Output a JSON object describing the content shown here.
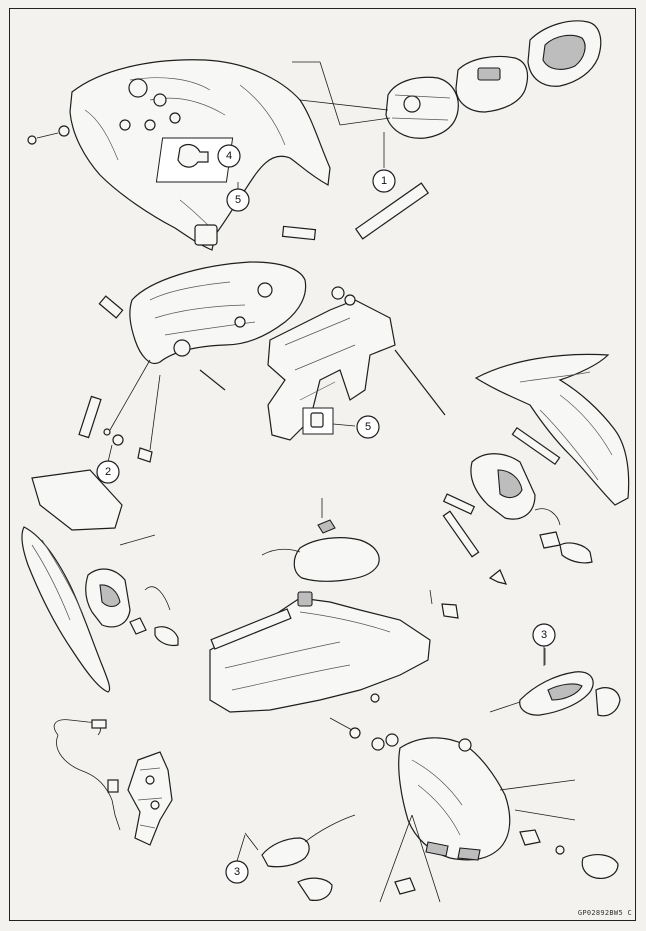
{
  "figure_code": "GP02892BW5 C",
  "callouts": [
    {
      "id": "callout-1-meter",
      "label": "1"
    },
    {
      "id": "callout-2-bolt",
      "label": "2"
    },
    {
      "id": "callout-3-rear-turn",
      "label": "3"
    },
    {
      "id": "callout-3-rear-turn-left",
      "label": "3"
    },
    {
      "id": "callout-4-socket",
      "label": "4"
    },
    {
      "id": "callout-5-upper",
      "label": "5"
    },
    {
      "id": "callout-5-stay",
      "label": "5"
    }
  ]
}
